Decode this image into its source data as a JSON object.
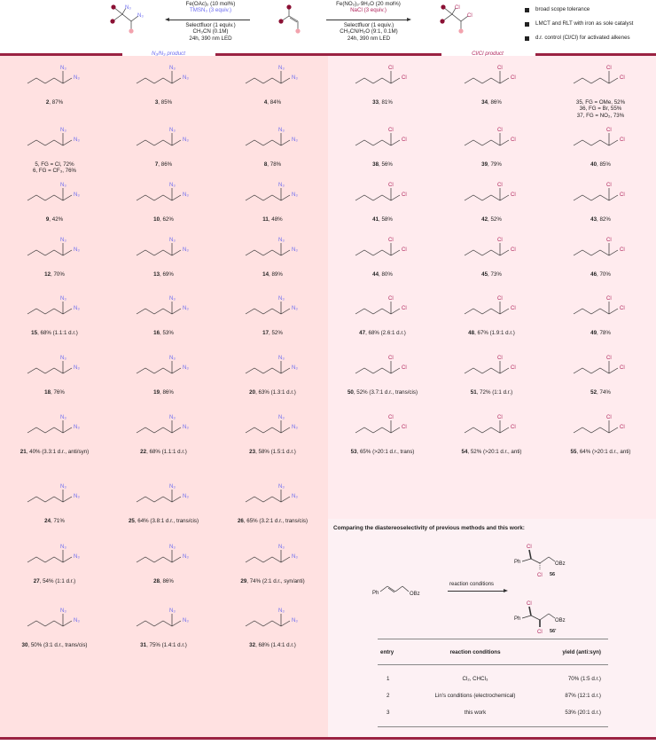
{
  "header": {
    "azidation": {
      "catalyst": "Fe(OAc)₂ (10 mol%)",
      "reagent": "TMSN₃ (3 equiv.)",
      "oxidant": "Selectfluor (1 equiv.)",
      "solvent": "CH₃CN (0.1M)",
      "time_light": "24h, 390 nm LED"
    },
    "chlorination": {
      "catalyst": "Fe(NO₃)₃·9H₂O (20 mol%)",
      "reagent": "NaCl (3 equiv.)",
      "oxidant": "Selectfluor (1 equiv.)",
      "solvent": "CH₃CN/H₂O (9:1, 0.1M)",
      "time_light": "24h, 390 nm LED"
    },
    "bullets": [
      "broad scope tolerance",
      "LMCT and RLT with iron as sole catalyst",
      "d.r. control (Cl/Cl) for activated alkenes"
    ],
    "labels": {
      "n3": "N₃",
      "cl": "Cl"
    }
  },
  "sections": {
    "left_label": "N₃/N₃ product",
    "right_label": "Cl/Cl product"
  },
  "colors": {
    "accent_bar": "#9b2242",
    "azide_blue": "#6b6bf0",
    "chloride_red": "#b0245b",
    "left_bg": "#ffe1e1",
    "right_bg": "#ffebee",
    "compare_bg": "#fdf1f4"
  },
  "azide_products": [
    {
      "id": "2",
      "yield": "87%"
    },
    {
      "id": "3",
      "yield": "85%"
    },
    {
      "id": "4",
      "yield": "84%"
    },
    {
      "id": "5, FG = Cl, 72%\n6, FG = CF₃, 76%",
      "yield": ""
    },
    {
      "id": "7",
      "yield": "86%"
    },
    {
      "id": "8",
      "yield": "78%"
    },
    {
      "id": "9",
      "yield": "42%"
    },
    {
      "id": "10",
      "yield": "62%"
    },
    {
      "id": "11",
      "yield": "48%"
    },
    {
      "id": "12",
      "yield": "70%"
    },
    {
      "id": "13",
      "yield": "69%"
    },
    {
      "id": "14",
      "yield": "89%"
    },
    {
      "id": "15",
      "yield": "68% (1.1:1 d.r.)"
    },
    {
      "id": "16",
      "yield": "53%"
    },
    {
      "id": "17",
      "yield": "52%"
    },
    {
      "id": "18",
      "yield": "76%"
    },
    {
      "id": "19",
      "yield": "86%"
    },
    {
      "id": "20",
      "yield": "63% (1.3:1 d.r.)"
    },
    {
      "id": "21",
      "yield": "40% (3.3:1 d.r., anti/syn)"
    },
    {
      "id": "22",
      "yield": "68% (1.1:1 d.r.)"
    },
    {
      "id": "23",
      "yield": "58% (1.5:1 d.r.)"
    },
    {
      "id": "24",
      "yield": "71%"
    },
    {
      "id": "25",
      "yield": "64% (3.8:1 d.r., trans/cis)"
    },
    {
      "id": "26",
      "yield": "65% (3.2:1 d.r., trans/cis)"
    },
    {
      "id": "27",
      "yield": "54% (1:1 d.r.)"
    },
    {
      "id": "28",
      "yield": "86%"
    },
    {
      "id": "29",
      "yield": "74% (2:1 d.r., syn/anti)"
    },
    {
      "id": "30",
      "yield": "50% (3:1 d.r., trans/cis)"
    },
    {
      "id": "31",
      "yield": "75% (1.4:1 d.r.)"
    },
    {
      "id": "32",
      "yield": "68% (1.4:1 d.r.)"
    }
  ],
  "chloride_products": [
    {
      "id": "33",
      "yield": "81%"
    },
    {
      "id": "34",
      "yield": "86%"
    },
    {
      "id": "35, FG = OMe, 52%\n36, FG = Br,  55%\n37, FG = NO₂, 73%",
      "yield": ""
    },
    {
      "id": "38",
      "yield": "56%"
    },
    {
      "id": "39",
      "yield": "79%"
    },
    {
      "id": "40",
      "yield": "85%"
    },
    {
      "id": "41",
      "yield": "58%"
    },
    {
      "id": "42",
      "yield": "52%"
    },
    {
      "id": "43",
      "yield": "82%"
    },
    {
      "id": "44",
      "yield": "80%"
    },
    {
      "id": "45",
      "yield": "73%"
    },
    {
      "id": "46",
      "yield": "70%"
    },
    {
      "id": "47",
      "yield": "68% (2.6:1 d.r.)"
    },
    {
      "id": "48",
      "yield": "67% (1.9:1 d.r.)"
    },
    {
      "id": "49",
      "yield": "78%"
    },
    {
      "id": "50",
      "yield": "52% (3.7:1 d.r., trans/cis)"
    },
    {
      "id": "51",
      "yield": "72% (1:1 d.r.)"
    },
    {
      "id": "52",
      "yield": "74%"
    },
    {
      "id": "53",
      "yield": "65% (>20:1 d.r., trans)"
    },
    {
      "id": "54",
      "yield": "52% (>20:1 d.r., anti)"
    },
    {
      "id": "55",
      "yield": "64% (>20:1 d.r., anti)"
    }
  ],
  "comparison": {
    "title": "Comparing the diastereoselectivity of previous methods and this work:",
    "arrow_label": "reaction conditions",
    "substrate_labels": {
      "ph": "Ph",
      "obz": "OBz"
    },
    "product_a": "56",
    "product_b": "56'",
    "table": {
      "headers": [
        "entry",
        "reaction conditions",
        "yield (anti:syn)"
      ],
      "rows": [
        [
          "1",
          "Cl₂, CHCl₃",
          "70% (1:5 d.r.)"
        ],
        [
          "2",
          "Lin's conditions (electrochemical)",
          "87% (12:1 d.r.)"
        ],
        [
          "3",
          "this work",
          "53% (20:1 d.r.)"
        ]
      ]
    }
  }
}
